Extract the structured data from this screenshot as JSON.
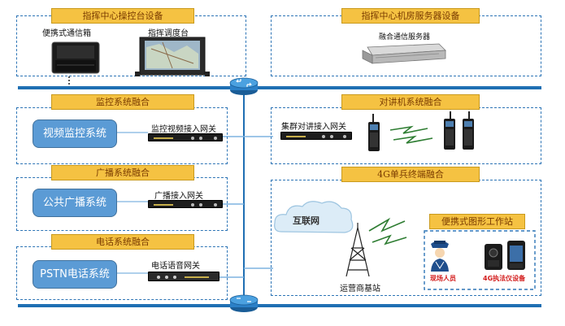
{
  "sections": {
    "console": "指挥中心操控台设备",
    "server_room": "指挥中心机房服务器设备",
    "monitoring": "监控系统融合",
    "intercom": "对讲机系统融合",
    "broadcast": "广播系统融合",
    "single_soldier": "4G单兵终端融合",
    "telephone": "电话系统融合"
  },
  "devices": {
    "portable_box": "便携式通信箱",
    "dispatch_desk": "指挥调度台",
    "fusion_server": "融合通信服务器",
    "video_gateway": "监控视频接入网关",
    "trunk_gateway": "集群对讲接入网关",
    "broadcast_gateway": "广播接入网关",
    "voice_gateway": "电话语音网关",
    "internet": "互联网",
    "base_station": "运营商基站",
    "portable_workstation": "便携式图形工作站",
    "field_staff": "现场人员",
    "recorder": "4G执法仪设备"
  },
  "systems": {
    "video": "视频监控系统",
    "broadcast": "公共广播系统",
    "pstn": "PSTN电话系统"
  },
  "colors": {
    "bus": "#1f6fb3",
    "dashed_border": "#2e75b6",
    "tab_fill": "#f5c242",
    "system_fill": "#5b9bd5",
    "link_line": "#7fb3e0"
  },
  "icons": [
    "router-icon",
    "radio-icon",
    "camera-icon",
    "police-officer-icon",
    "tower-icon",
    "cloud-icon",
    "lightning-icon"
  ]
}
